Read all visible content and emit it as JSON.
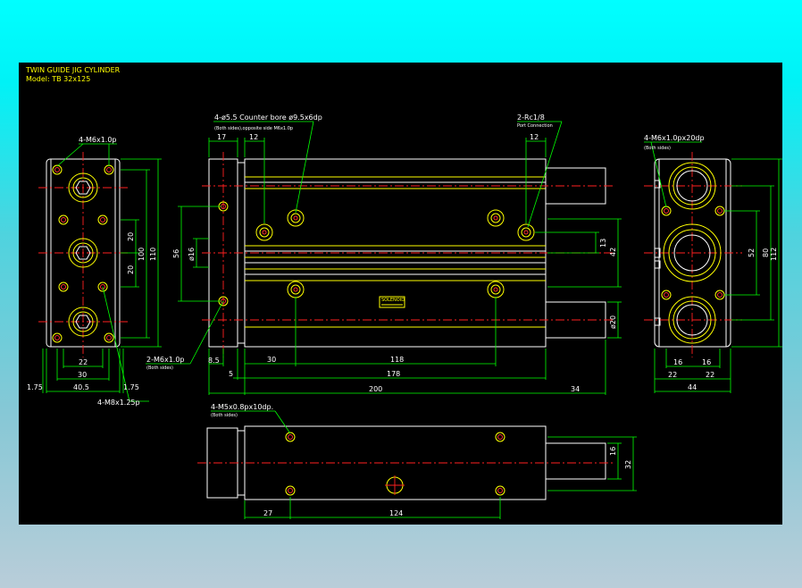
{
  "colors": {
    "background_top": "#00ffff",
    "background_bottom": "#b9cdd9",
    "canvas": "#000000",
    "outline": "#ffffff",
    "edge": "#ffff00",
    "dimension": "#00ff00",
    "centerline": "#ff2020"
  },
  "header": {
    "title": "TWIN GUIDE JIG CYLINDER",
    "model": "Model: TB 32x125"
  },
  "left_view": {
    "callout_top": "4-M6x1.0p",
    "callout_bottom": "4-M8x1.25p",
    "dims": {
      "d20a": "20",
      "d20b": "20",
      "d100": "100",
      "d110": "110",
      "d22": "22",
      "d30": "30",
      "d405": "40.5",
      "d175a": "1.75",
      "d175b": "1.75"
    }
  },
  "front_view": {
    "callout_a": "4-ø5.5 Counter bore ø9.5x6dp",
    "callout_a2": "(Both sides),opposite side M6x1.0p",
    "callout_b": "2-Rc1/8",
    "callout_b2": "Port Connection",
    "callout_c": "2-M6x1.0p",
    "callout_c2": "(Both sides)",
    "nameplate": "SOLENOID",
    "dims": {
      "d17": "17",
      "d12a": "12",
      "d12b": "12",
      "d56": "56",
      "d16": "ø16",
      "d13": "13",
      "d42": "42",
      "d20": "ø20",
      "d85": "8.5",
      "d5": "5",
      "d30": "30",
      "d118": "118",
      "d178": "178",
      "d200": "200",
      "d34": "34"
    }
  },
  "right_view": {
    "callout": "4-M6x1.0px20dp",
    "callout2": "(Both sides)",
    "dims": {
      "d52": "52",
      "d80": "80",
      "d112": "112",
      "d16a": "16",
      "d16b": "16",
      "d22a": "22",
      "d22b": "22",
      "d44": "44"
    }
  },
  "bottom_view": {
    "callout": "4-M5x0.8px10dp.",
    "callout2": "(Both sides)",
    "dims": {
      "d16": "16",
      "d32": "32",
      "d27": "27",
      "d124": "124"
    }
  }
}
